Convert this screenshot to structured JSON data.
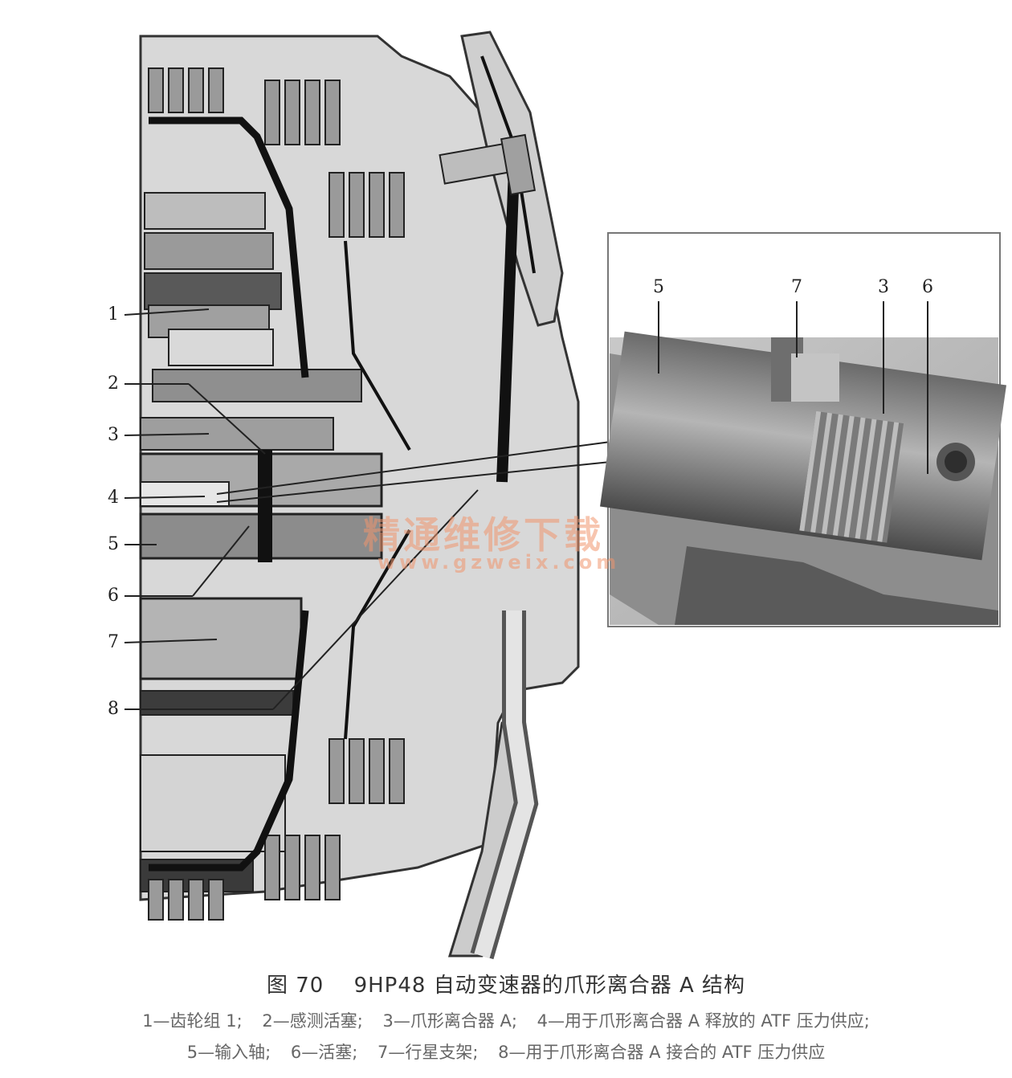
{
  "callouts_left": [
    "1",
    "2",
    "3",
    "4",
    "5",
    "6",
    "7",
    "8"
  ],
  "callouts_inset": [
    "5",
    "7",
    "3",
    "6"
  ],
  "caption": {
    "figure_no": "图 70",
    "title": "9HP48 自动变速器的爪形离合器 A 结构"
  },
  "legend": {
    "line1": [
      "1—齿轮组 1;",
      "2—感测活塞;",
      "3—爪形离合器 A;",
      "4—用于爪形离合器 A 释放的 ATF 压力供应;"
    ],
    "line2": [
      "5—输入轴;",
      "6—活塞;",
      "7—行星支架;",
      "8—用于爪形离合器 A 接合的 ATF 压力供应"
    ]
  },
  "watermark": {
    "text": "精通维修下载",
    "url": "www.gzweix.com",
    "color": "#f0966e"
  }
}
